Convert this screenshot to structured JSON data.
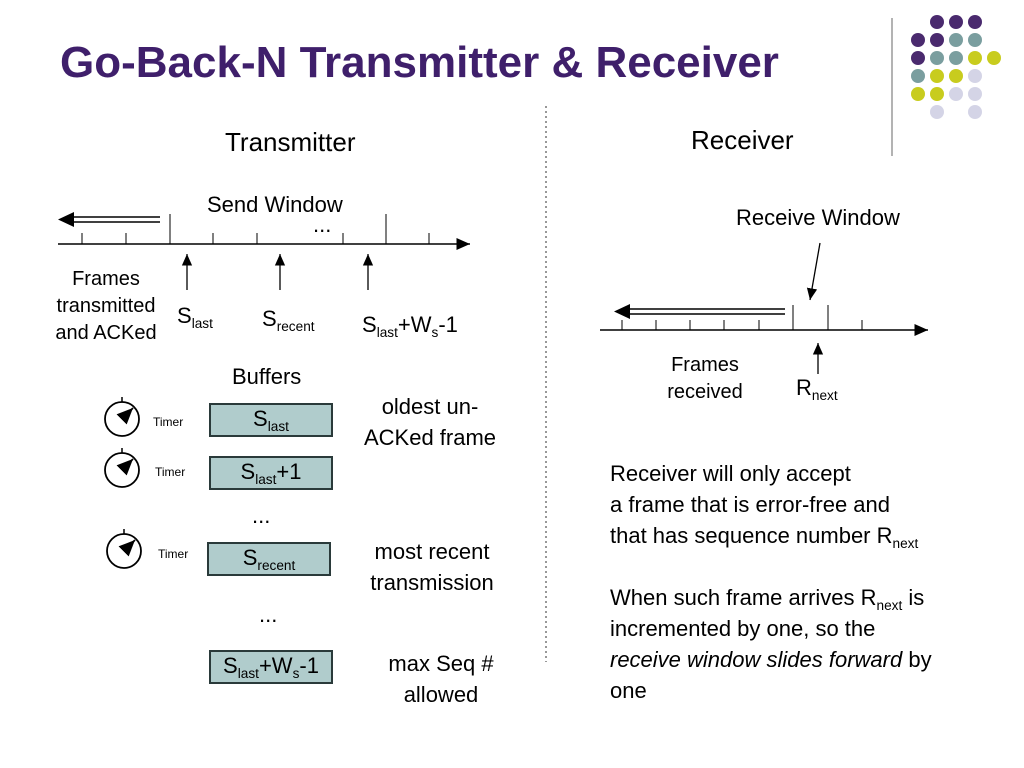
{
  "title": "Go-Back-N Transmitter & Receiver",
  "colors": {
    "title": "#3f1f6b",
    "dot_purple": "#4a2a6e",
    "dot_teal": "#7a9e9f",
    "dot_yellow": "#c8cc1e",
    "dot_lavender": "#d4d4e6",
    "buffer_fill": "#b0cccc"
  },
  "transmitter": {
    "heading": "Transmitter",
    "send_window_label": "Send Window",
    "window_ellipsis": "...",
    "frames_acked_label": [
      "Frames",
      "transmitted",
      "and ACKed"
    ],
    "s_last": {
      "base": "S",
      "sub": "last"
    },
    "s_recent": {
      "base": "S",
      "sub": "recent"
    },
    "s_max": {
      "base": "S",
      "sub": "last",
      "mid": "+W",
      "sub2": "s",
      "tail": "-1"
    },
    "buffers_heading": "Buffers",
    "timer_label": "Timer",
    "buffers": [
      {
        "base": "S",
        "sub": "last",
        "tail": ""
      },
      {
        "base": "S",
        "sub": "last",
        "tail": "+1"
      },
      {
        "base": "S",
        "sub": "recent",
        "tail": ""
      },
      {
        "base": "S",
        "sub": "last",
        "mid": "+W",
        "sub2": "s",
        "tail": "-1"
      }
    ],
    "buffer_gap_ellipsis": "...",
    "notes": {
      "oldest": [
        "oldest un-",
        "ACKed frame"
      ],
      "recent": [
        "most recent",
        "transmission"
      ],
      "max": [
        "max Seq #",
        "allowed"
      ]
    }
  },
  "receiver": {
    "heading": "Receiver",
    "receive_window_label": "Receive Window",
    "frames_received_label": [
      "Frames",
      "received"
    ],
    "r_next": {
      "base": "R",
      "sub": "next"
    },
    "paragraph1": {
      "line1": "Receiver will only accept",
      "line2": "a frame that is error-free and",
      "line3_pre": "that has sequence number R",
      "line3_sub": "next"
    },
    "paragraph2": {
      "l1_pre": "When such frame arrives R",
      "l1_sub": "next",
      "l1_post": " is",
      "line2": "incremented by one, so the",
      "italic": "receive window slides forward",
      "post_italic": " by",
      "line4": "one"
    }
  }
}
